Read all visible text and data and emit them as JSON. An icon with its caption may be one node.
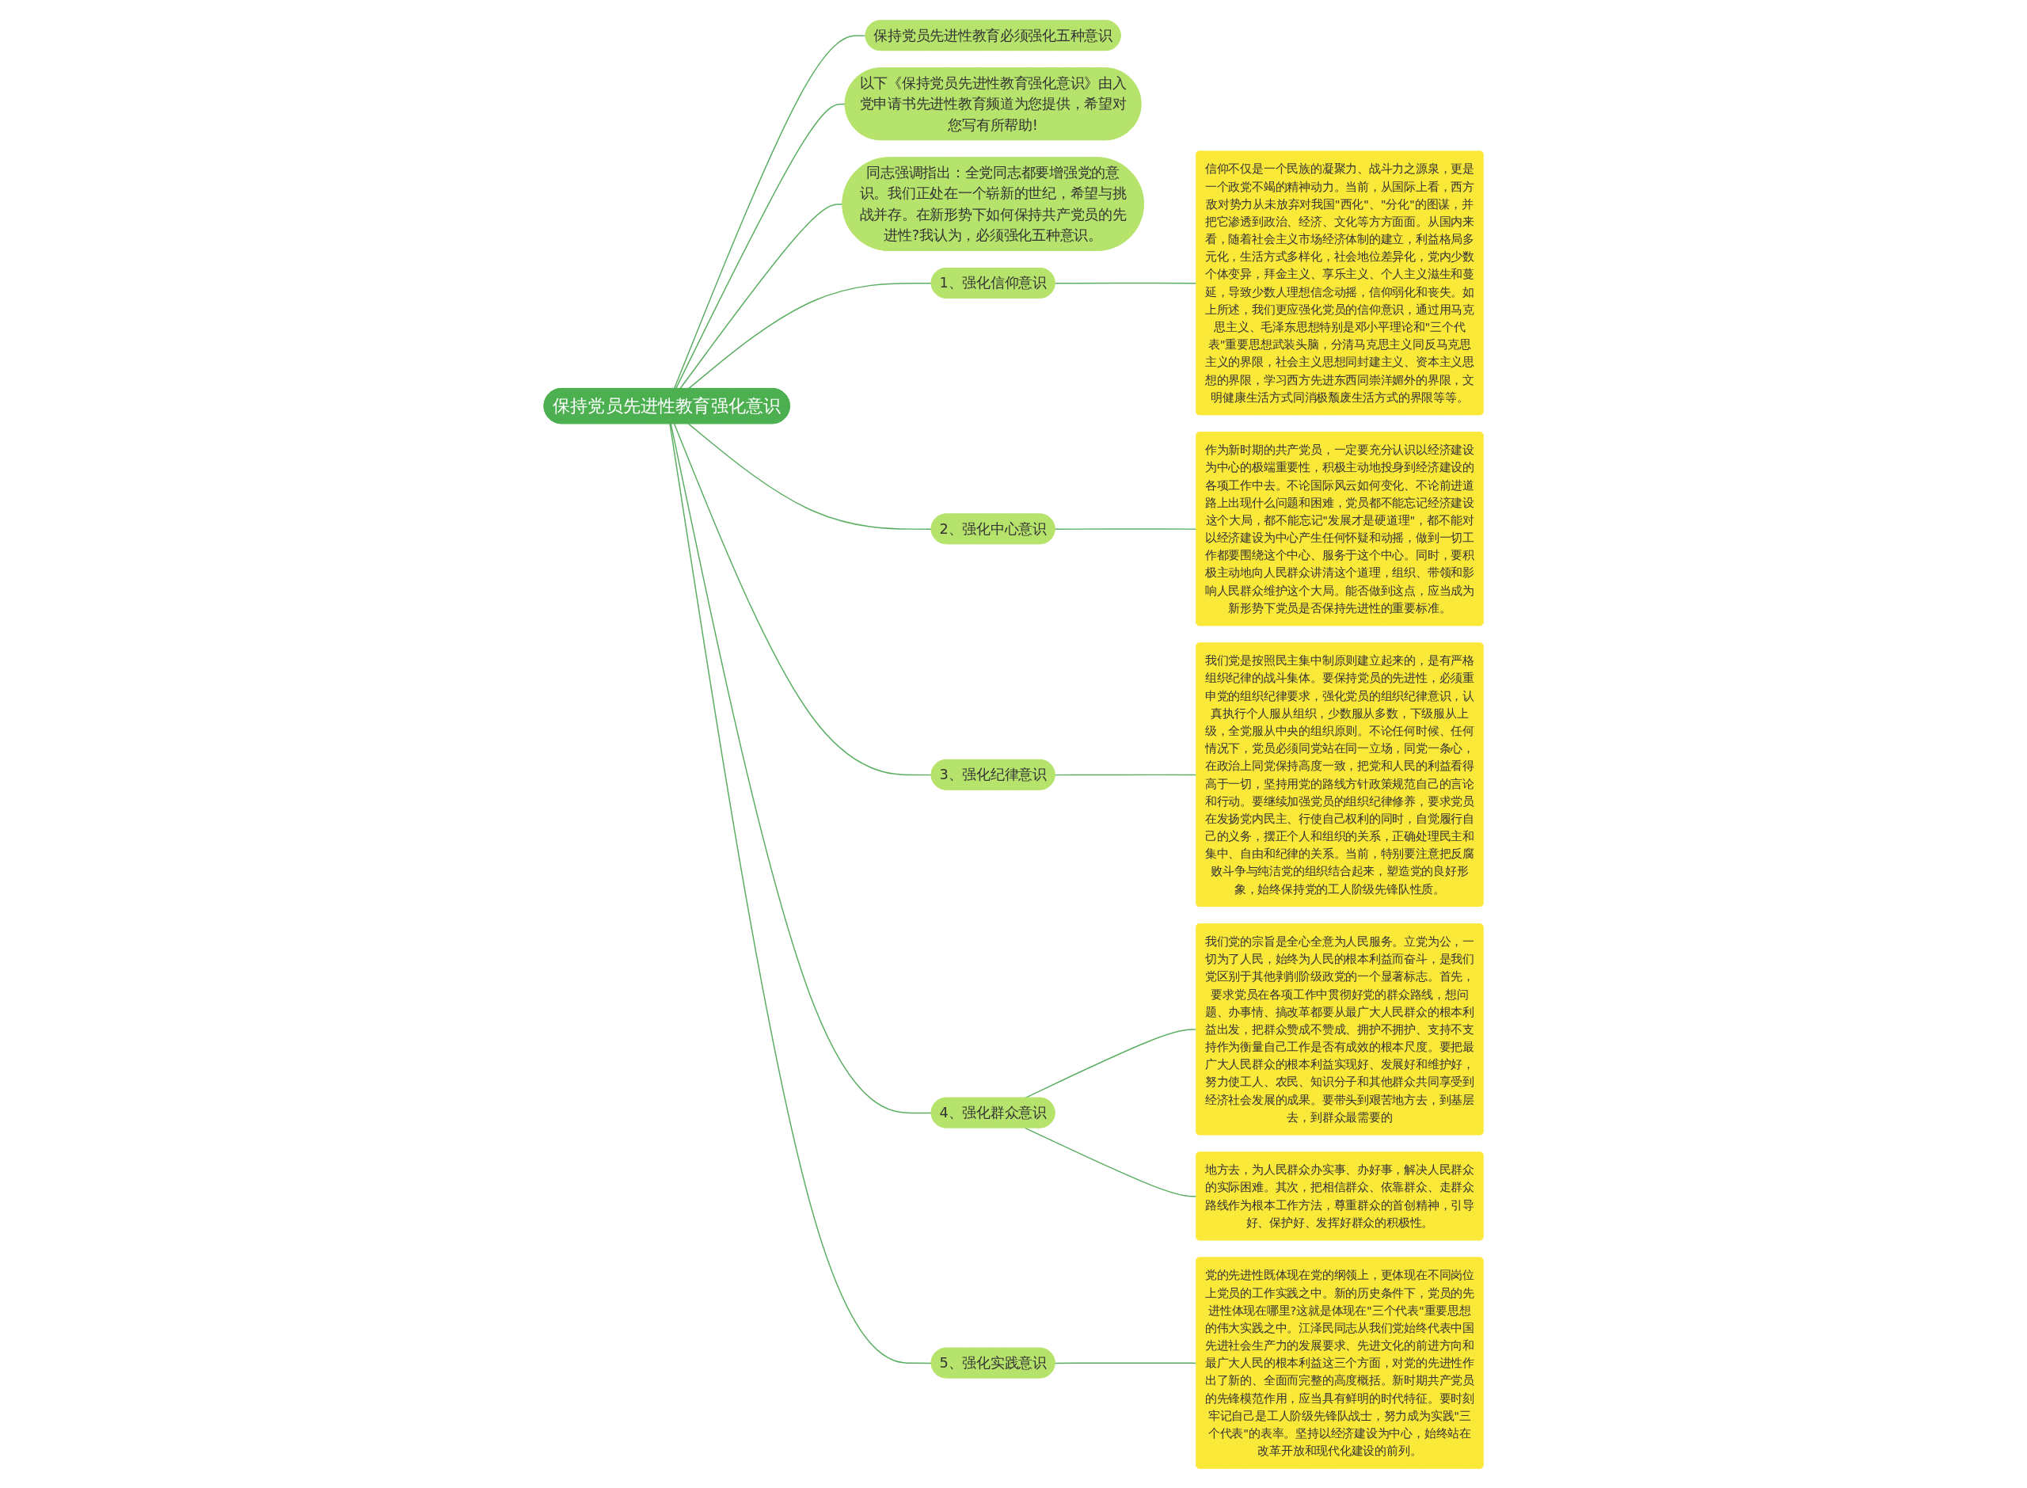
{
  "diagram": {
    "nodes": [
      {
        "text": [
          "保持党员先进性教育强化意识"
        ]
      },
      {
        "text": [
          "保持党员先进性教育必须强化五种意识"
        ]
      },
      {
        "text": [
          "以下《保持党员先进性教育强化意识》由入党申请书先进性教育频道为您提供，希望对您写有所帮助!"
        ]
      },
      {
        "text": [
          "同志强调指出：全党同志都要增强党的意识。我们正处在一个崭新的世纪，希望与挑战并存。在新形势下如何保持共产党员的先进性?我认为，必须强化五种意识。"
        ]
      },
      {
        "text": [
          "1、强化信仰意识"
        ]
      },
      {
        "text": [
          "信仰不仅是一个民族的凝聚力、战斗力之源泉，更是一个政党不竭的精神动力。当前，从国际上看，西方敌对势力从未放弃对我国\"西化\"、\"分化\"的图谋，并把它渗透到政治、经济、文化等方方面面。从国内来看，随着社会主义市场经济体制的建立，利益格局多元化，生活方式多样化，社会地位差异化，党内少数个体变异，拜金主义、享乐主义、个人主义滋生和蔓延，导致少数人理想信念动摇，信仰弱化和丧失。如上所述，我们更应强化党员的信仰意识，通过用马克思主义、毛泽东思想特别是邓小平理论和\"三个代表\"重要思想武装头脑，分清马克思主义同反马克思主义的界限，社会主义思想同封建主义、资本主义思想的界限，学习西方先进东西同崇洋媚外的界限，文明健康生活方式同消极颓废生活方式的界限等等。"
        ]
      },
      {
        "text": [
          "2、强化中心意识"
        ]
      },
      {
        "text": [
          "作为新时期的共产党员，一定要充分认识以经济建设为中心的极端重要性，积极主动地投身到经济建设的各项工作中去。不论国际风云如何变化、不论前进道路上出现什么问题和困难，党员都不能忘记经济建设这个大局，都不能忘记\"发展才是硬道理\"，都不能对以经济建设为中心产生任何怀疑和动摇，做到一切工作都要围绕这个中心、服务于这个中心。同时，要积极主动地向人民群众讲清这个道理，组织、带领和影响人民群众维护这个大局。能否做到这点，应当成为新形势下党员是否保持先进性的重要标准。"
        ]
      },
      {
        "text": [
          "3、强化纪律意识"
        ]
      },
      {
        "text": [
          "我们党是按照民主集中制原则建立起来的，是有严格组织纪律的战斗集体。要保持党员的先进性，必须重申党的组织纪律要求，强化党员的组织纪律意识，认真执行个人服从组织，少数服从多数，下级服从上级，全党服从中央的组织原则。不论任何时候、任何情况下，党员必须同党站在同一立场，同党一条心，在政治上同党保持高度一致，把党和人民的利益看得高于一切，坚持用党的路线方针政策规范自己的言论和行动。要继续加强党员的组织纪律修养，要求党员在发扬党内民主、行使自己权利的同时，自觉履行自己的义务，摆正个人和组织的关系，正确处理民主和集中、自由和纪律的关系。当前，特别要注意把反腐败斗争与纯洁党的组织结合起来，塑造党的良好形象，始终保持党的工人阶级先锋队性质。"
        ]
      },
      {
        "text": [
          "4、强化群众意识"
        ]
      },
      {
        "text": [
          "我们党的宗旨是全心全意为人民服务。立党为公，一切为了人民，始终为人民的根本利益而奋斗，是我们党区别于其他剥削阶级政党的一个显著标志。首先，要求党员在各项工作中贯彻好党的群众路线，想问题、办事情、搞改革都要从最广大人民群众的根本利益出发，把群众赞成不赞成、拥护不拥护、支持不支持作为衡量自己工作是否有成效的根本尺度。要把最广大人民群众的根本利益实现好、发展好和维护好，努力使工人、农民、知识分子和其他群众共同享受到经济社会发展的成果。要带头到艰苦地方去，到基层去，到群众最需要的"
        ]
      },
      {
        "text": [
          "地方去，为人民群众办实事、办好事，解决人民群众的实际困难。其次，把相信群众、依靠群众、走群众路线作为根本工作方法，尊重群众的首创精神，引导好、保护好、发挥好群众的积极性。"
        ]
      },
      {
        "text": [
          "5、强化实践意识"
        ]
      },
      {
        "text": [
          "党的先进性既体现在党的纲领上，更体现在不同岗位上党员的工作实践之中。新的历史条件下，党员的先进性体现在哪里?这就是体现在\"三个代表\"重要思想的伟大实践之中。江泽民同志从我们党始终代表中国先进社会生产力的发展要求、先进文化的前进方向和最广大人民的根本利益这三个方面，对党的先进性作出了新的、全面而完整的高度概括。新时期共产党员的先锋模范作用，应当具有鲜明的时代特征。要时刻牢记自己是工人阶级先锋队战士，努力成为实践\"三个代表\"的表率。坚持以经济建设为中心，始终站在改革开放和现代化建设的前列。"
        ]
      }
    ],
    "edges": [
      {
        "from": 0,
        "to": 1,
        "arrow": "none"
      },
      {
        "from": 0,
        "to": 2,
        "arrow": "none"
      },
      {
        "from": 0,
        "to": 3,
        "arrow": "none"
      },
      {
        "from": 0,
        "to": 4,
        "arrow": "none"
      },
      {
        "from": 4,
        "to": 5,
        "arrow": "none"
      },
      {
        "from": 0,
        "to": 6,
        "arrow": "none"
      },
      {
        "from": 6,
        "to": 7,
        "arrow": "none"
      },
      {
        "from": 0,
        "to": 8,
        "arrow": "none"
      },
      {
        "from": 8,
        "to": 9,
        "arrow": "none"
      },
      {
        "from": 0,
        "to": 10,
        "arrow": "none"
      },
      {
        "from": 10,
        "to": 11,
        "arrow": "none"
      },
      {
        "from": 10,
        "to": 12,
        "arrow": "none"
      },
      {
        "from": 0,
        "to": 13,
        "arrow": "none"
      },
      {
        "from": 13,
        "to": 14,
        "arrow": "none"
      }
    ]
  }
}
